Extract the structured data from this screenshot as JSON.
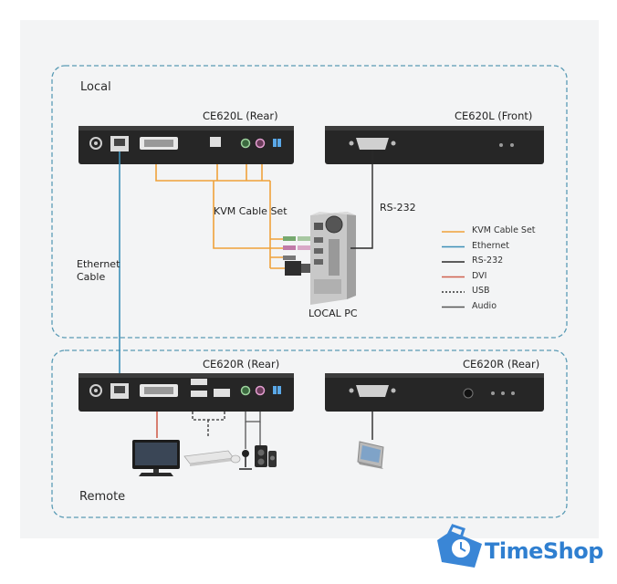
{
  "sections": {
    "local": "Local",
    "remote": "Remote"
  },
  "devices": {
    "local_rear": "CE620L (Rear)",
    "local_front": "CE620L (Front)",
    "remote_rear_1": "CE620R (Rear)",
    "remote_rear_2": "CE620R (Rear)",
    "local_pc": "LOCAL PC"
  },
  "cables": {
    "kvm_cable_set": "KVM Cable Set",
    "rs232": "RS-232",
    "ethernet_line1": "Ethernet",
    "ethernet_line2": "Cable"
  },
  "legend": [
    {
      "label": "KVM Cable Set",
      "color": "#f0a23a",
      "style": "solid"
    },
    {
      "label": "Ethernet",
      "color": "#3d8fb8",
      "style": "solid"
    },
    {
      "label": "RS-232",
      "color": "#2a2a2a",
      "style": "solid"
    },
    {
      "label": "DVI",
      "color": "#d0604f",
      "style": "solid"
    },
    {
      "label": "USB",
      "color": "#333333",
      "style": "dashed"
    },
    {
      "label": "Audio",
      "color": "#555555",
      "style": "solid"
    }
  ],
  "watermark": {
    "brand": "TimeShop"
  },
  "icons": [
    "dvi-port-icon",
    "rj45-port-icon",
    "usb-port-icon",
    "audio-jack-icon",
    "rs232-port-icon",
    "monitor-icon",
    "keyboard-icon",
    "mouse-icon",
    "microphone-icon",
    "speakers-icon",
    "touch-panel-icon",
    "pc-tower-icon",
    "shopping-bag-clock-icon"
  ]
}
